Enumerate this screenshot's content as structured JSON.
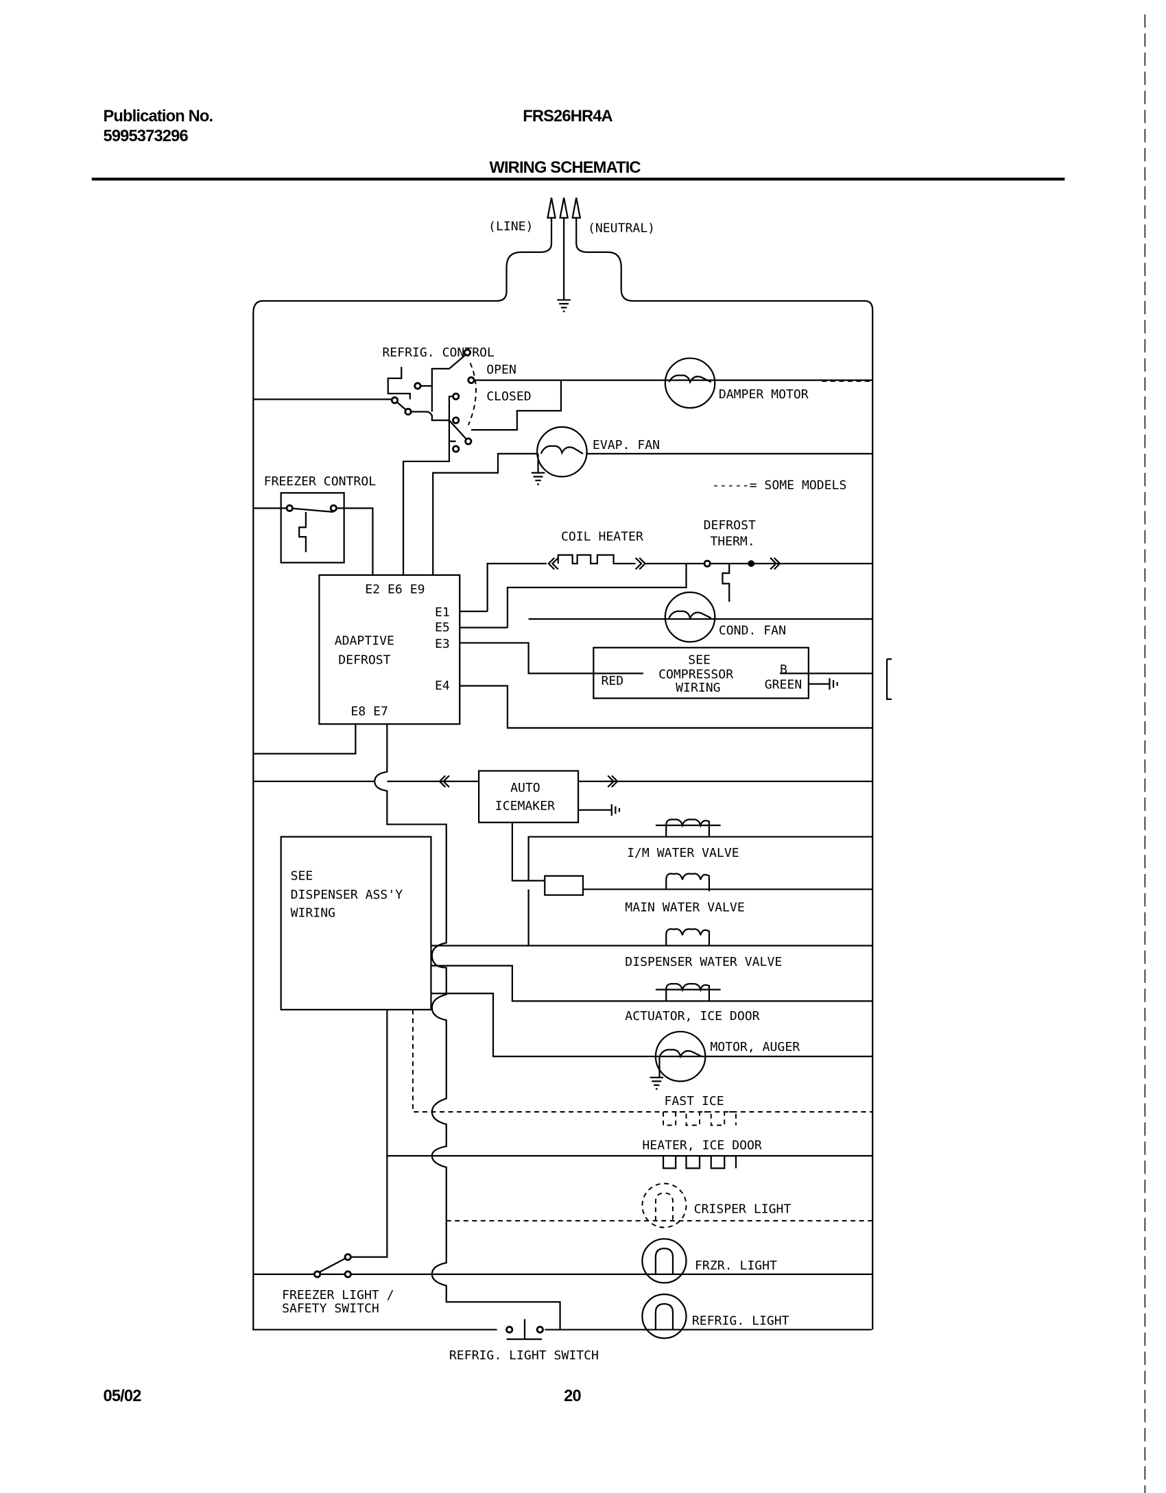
{
  "header": {
    "publication_label": "Publication No.",
    "publication_number": "5995373296",
    "model": "FRS26HR4A",
    "title": "WIRING SCHEMATIC"
  },
  "footer": {
    "date": "05/02",
    "page": "20"
  },
  "schematic": {
    "line": "(LINE)",
    "neutral": "(NEUTRAL)",
    "refrig_control": "REFRIG. CONTROL",
    "open": "OPEN",
    "closed": "CLOSED",
    "damper_motor": "DAMPER MOTOR",
    "evap_fan": "EVAP. FAN",
    "freezer_control": "FREEZER CONTROL",
    "some_models": "-----= SOME MODELS",
    "coil_heater": "COIL HEATER",
    "defrost_therm_1": "DEFROST",
    "defrost_therm_2": "THERM.",
    "adaptive_1": "ADAPTIVE",
    "adaptive_2": "DEFROST",
    "terminals_top": "E2  E6  E9",
    "e1": "E1",
    "e5": "E5",
    "e3": "E3",
    "e4": "E4",
    "terminals_bottom": "E8  E7",
    "cond_fan": "COND. FAN",
    "compressor_1": "SEE",
    "compressor_2": "COMPRESSOR",
    "compressor_3": "WIRING",
    "red": "RED",
    "b": "B",
    "green": "GREEN",
    "icemaker_1": "AUTO",
    "icemaker_2": "ICEMAKER",
    "dispenser_1": "SEE",
    "dispenser_2": "DISPENSER ASS'Y",
    "dispenser_3": "WIRING",
    "im_water_valve": "I/M WATER VALVE",
    "main_water_valve": "MAIN WATER VALVE",
    "dispenser_water_valve": "DISPENSER WATER VALVE",
    "actuator_ice_door": "ACTUATOR, ICE DOOR",
    "motor_auger": "MOTOR, AUGER",
    "fast_ice": "FAST ICE",
    "heater_ice_door": "HEATER, ICE DOOR",
    "crisper_light": "CRISPER LIGHT",
    "frzr_light": "FRZR. LIGHT",
    "freezer_switch_1": "FREEZER LIGHT /",
    "freezer_switch_2": "SAFETY SWITCH",
    "refrig_light": "REFRIG. LIGHT",
    "refrig_light_switch": "REFRIG. LIGHT SWITCH"
  }
}
